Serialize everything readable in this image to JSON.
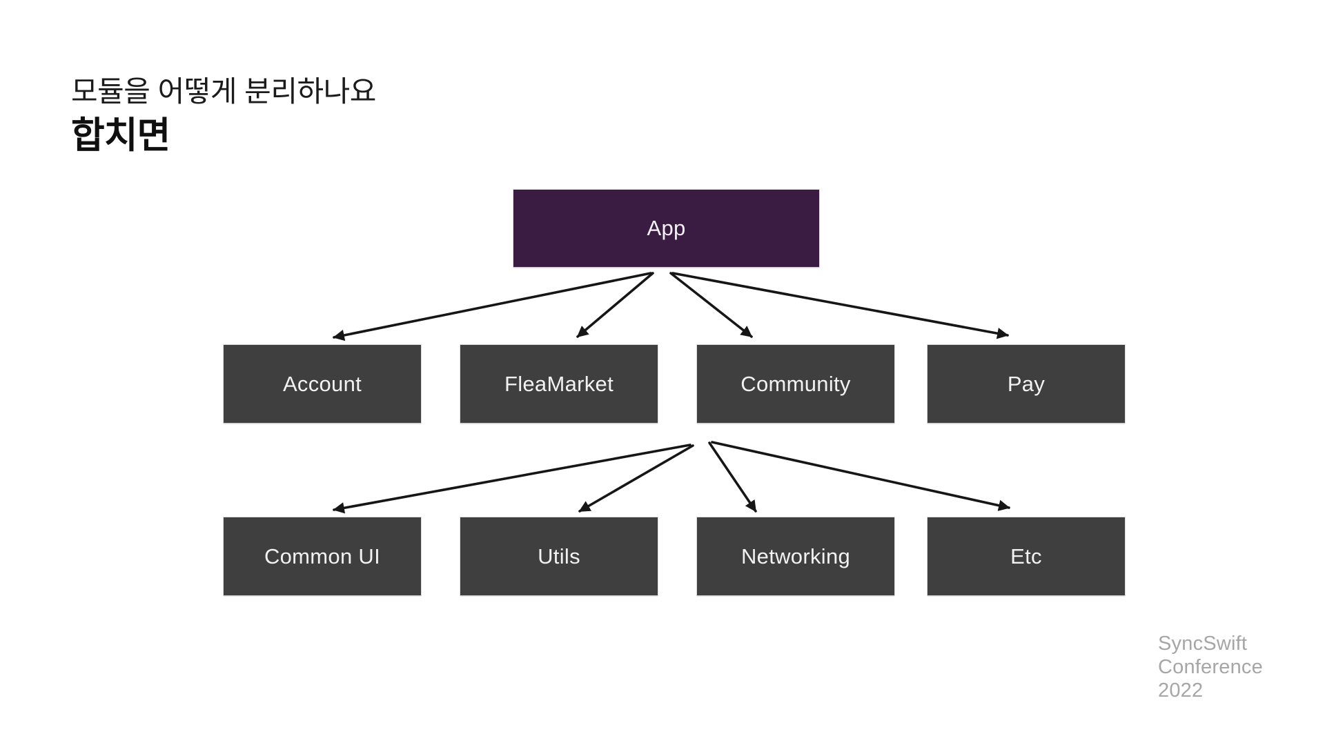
{
  "slide": {
    "kicker": "모듈을 어떻게 분리하나요",
    "title": "합치면",
    "background_color": "#ffffff",
    "watermark": {
      "line1": "SyncSwift",
      "line2": "Conference",
      "line3": "2022",
      "color": "#a6a6a6"
    }
  },
  "diagram": {
    "arrow_color": "#161616",
    "root": {
      "label": "App",
      "fill": "#3a1c42",
      "text_color": "#f6f1f7"
    },
    "module_fill": "#3f3f3f",
    "module_text_color": "#f2f2f2",
    "level2": [
      {
        "label": "Account"
      },
      {
        "label": "FleaMarket"
      },
      {
        "label": "Community"
      },
      {
        "label": "Pay"
      }
    ],
    "level3": [
      {
        "label": "Common UI"
      },
      {
        "label": "Utils"
      },
      {
        "label": "Networking"
      },
      {
        "label": "Etc"
      }
    ]
  }
}
